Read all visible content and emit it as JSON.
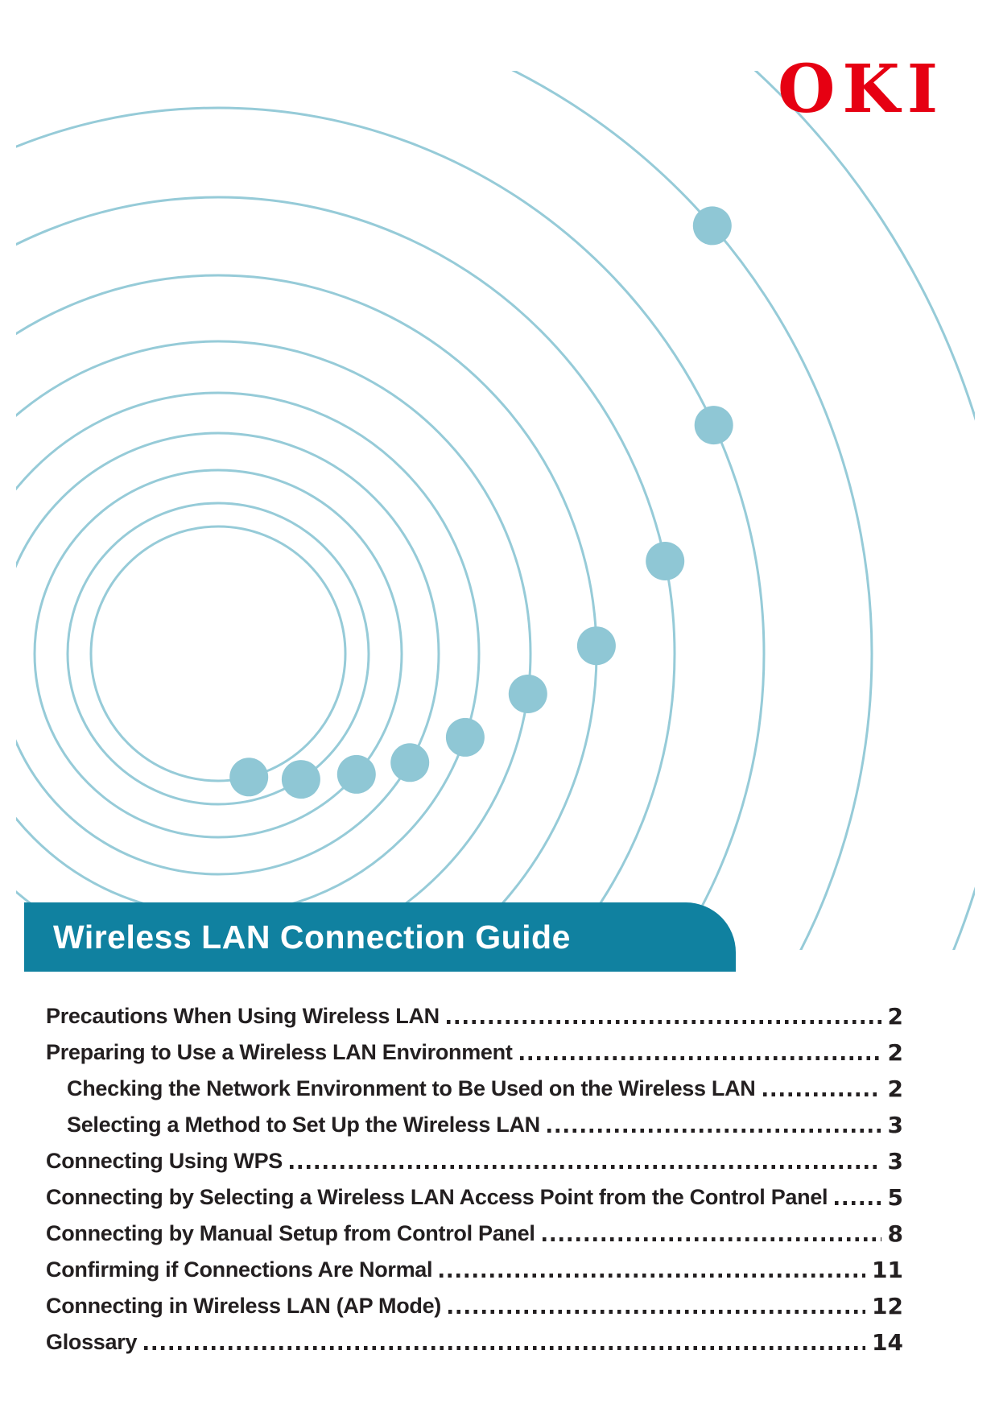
{
  "brand": {
    "logo_text": "OKI"
  },
  "banner": {
    "title": "Wireless LAN Connection Guide"
  },
  "toc": {
    "entries": [
      {
        "label": "Precautions When Using Wireless LAN",
        "page": "2",
        "level": 0
      },
      {
        "label": "Preparing to Use a Wireless LAN Environment",
        "page": "2",
        "level": 0
      },
      {
        "label": "Checking the Network Environment to Be Used on the Wireless LAN",
        "page": "2",
        "level": 1
      },
      {
        "label": "Selecting a Method to Set Up the Wireless LAN",
        "page": "3",
        "level": 1
      },
      {
        "label": "Connecting Using WPS",
        "page": "3",
        "level": 0
      },
      {
        "label": "Connecting by Selecting a Wireless LAN Access Point from the Control Panel",
        "page": "5",
        "level": 0
      },
      {
        "label": "Connecting by Manual Setup from Control Panel",
        "page": "8",
        "level": 0
      },
      {
        "label": "Confirming if Connections Are Normal",
        "page": "11",
        "level": 0
      },
      {
        "label": "Connecting in Wireless LAN (AP Mode)",
        "page": "12",
        "level": 0
      },
      {
        "label": "Glossary",
        "page": "14",
        "level": 0
      }
    ]
  },
  "colors": {
    "teal": "#1081A0",
    "brand_red": "#E60012",
    "ripple_line": "#96CBD8",
    "ripple_dot": "#8FC7D5",
    "ink": "#231F20",
    "paper": "#FFFFFF"
  }
}
